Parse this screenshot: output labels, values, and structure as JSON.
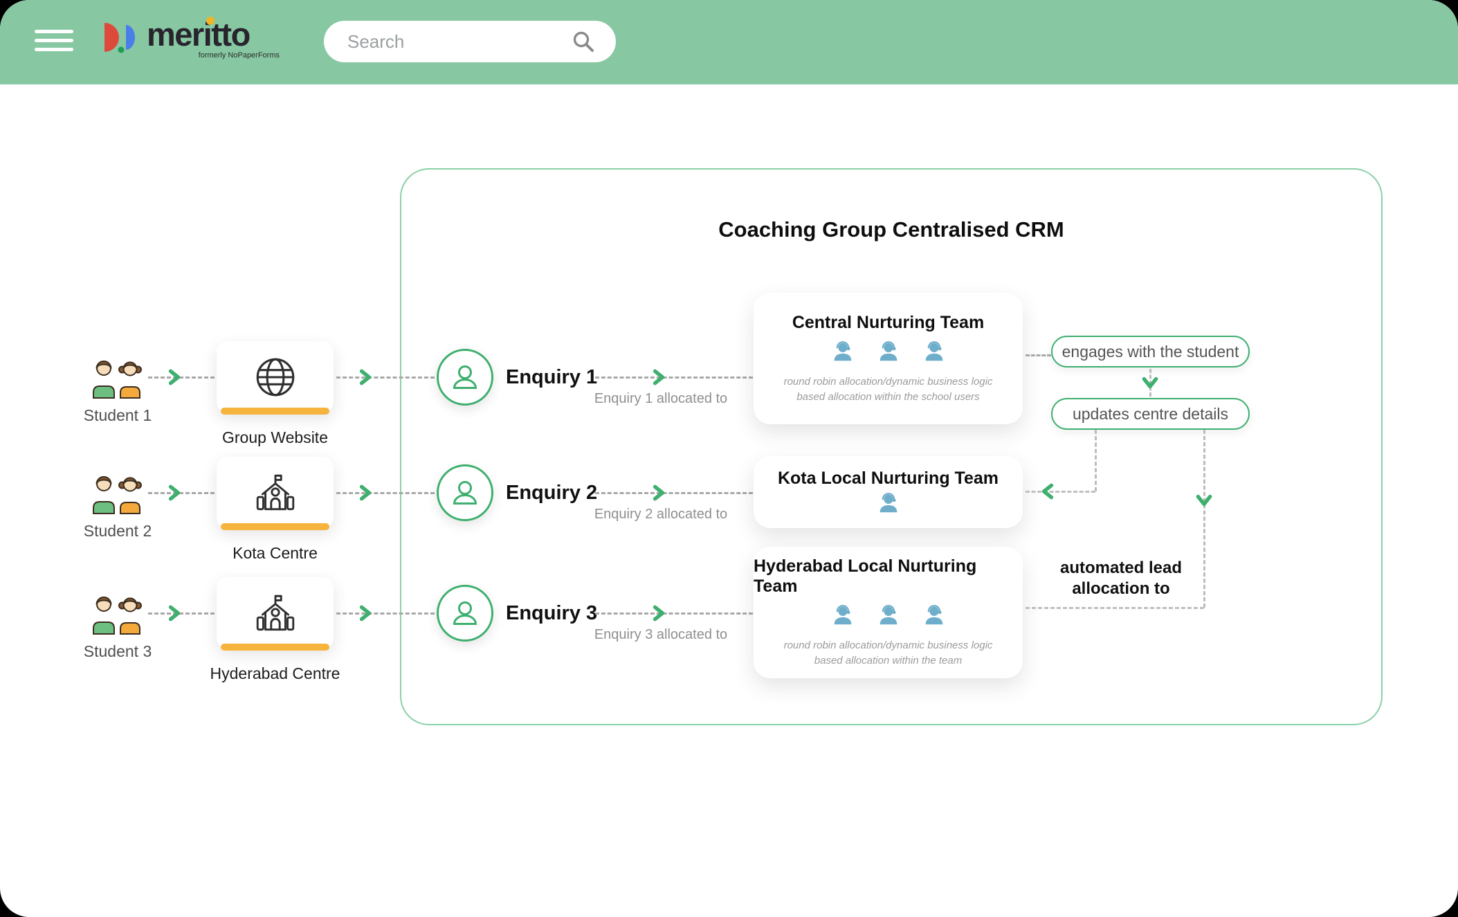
{
  "header": {
    "logo": {
      "text": "meritto",
      "tagline": "formerly NoPaperForms"
    },
    "search": {
      "placeholder": "Search"
    }
  },
  "diagram": {
    "title": "Coaching Group Centralised CRM",
    "rows": [
      {
        "student": "Student 1",
        "source": "Group Website",
        "source_icon": "globe-icon",
        "enquiry": "Enquiry 1",
        "allocation": "Enquiry 1 allocated to",
        "team": {
          "name": "Central Nurturing Team",
          "members": 3,
          "note": "round robin allocation/dynamic business logic based allocation within the school users"
        }
      },
      {
        "student": "Student 2",
        "source": "Kota Centre",
        "source_icon": "school-icon",
        "enquiry": "Enquiry 2",
        "allocation": "Enquiry 2 allocated to",
        "team": {
          "name": "Kota Local Nurturing Team",
          "members": 1,
          "note": ""
        }
      },
      {
        "student": "Student 3",
        "source": "Hyderabad Centre",
        "source_icon": "school-icon",
        "enquiry": "Enquiry 3",
        "allocation": "Enquiry 3 allocated to",
        "team": {
          "name": "Hyderabad Local Nurturing Team",
          "members": 3,
          "note": "round robin allocation/dynamic business logic based allocation within the team"
        }
      }
    ],
    "actions": {
      "engage": "engages with the student",
      "update": "updates centre details"
    },
    "flow_note": {
      "line1": "automated lead",
      "line2": "allocation to"
    }
  },
  "colors": {
    "header_green": "#87C8A3",
    "accent_green": "#3EAF6E",
    "panel_border_green": "#8BD0A8",
    "member_blue": "#6FAECB",
    "underline_yellow": "#F6B43C",
    "logo_red": "#DD4A3C",
    "logo_blue": "#4A7EE8",
    "logo_green": "#1E9E57",
    "logo_yellow": "#F0B429"
  }
}
